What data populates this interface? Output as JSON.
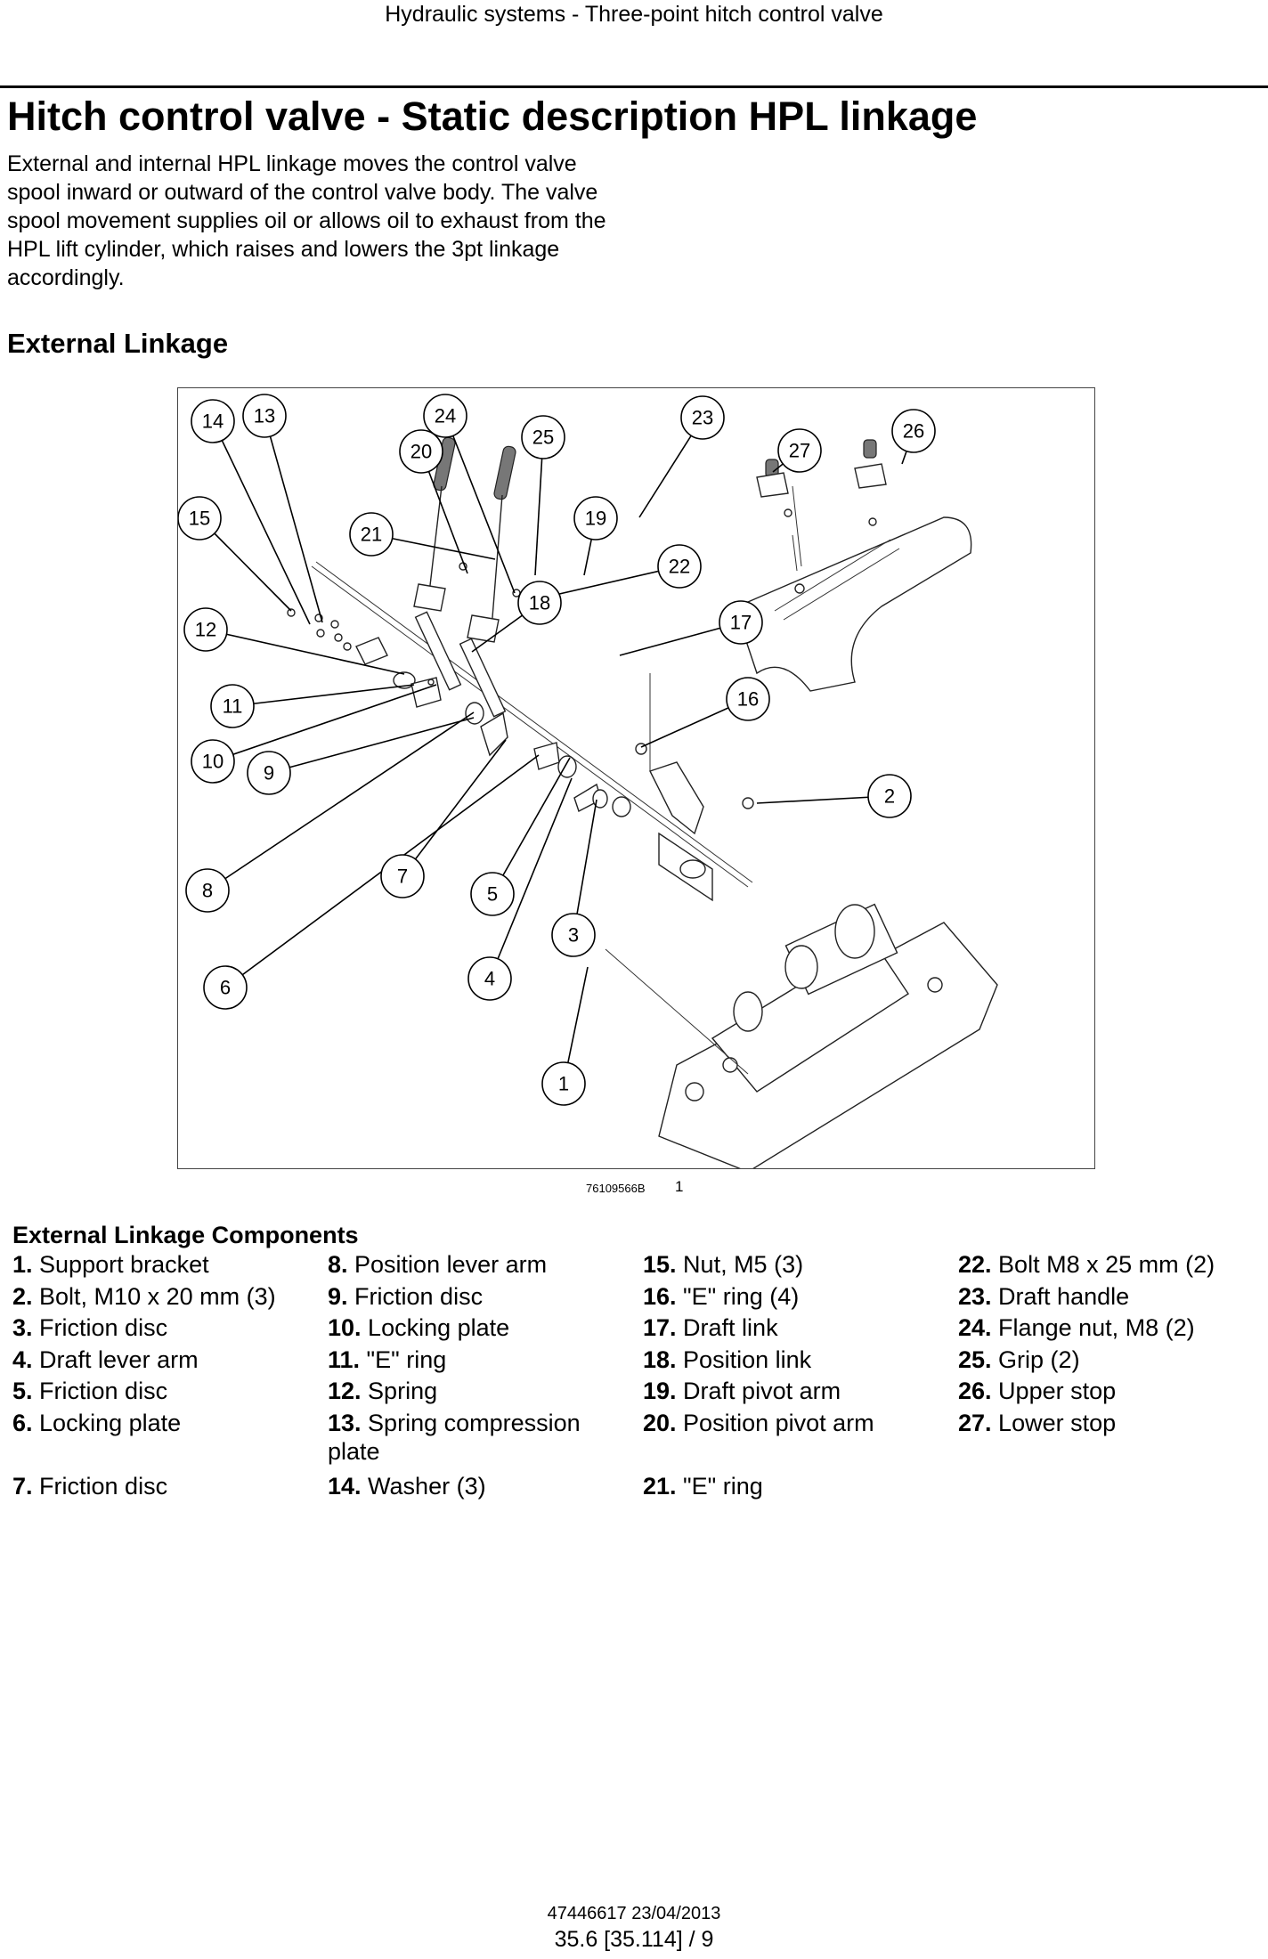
{
  "header": {
    "running_title": "Hydraulic systems - Three-point hitch control valve"
  },
  "title": "Hitch control valve - Static description HPL linkage",
  "intro": "External and internal HPL linkage moves the control valve spool inward or outward of the control valve body.  The valve spool movement supplies oil or allows oil to exhaust from the HPL lift cylinder, which raises and lowers the 3pt linkage accordingly.",
  "section_heading": "External Linkage",
  "figure": {
    "code": "76109566B",
    "number": "1",
    "callouts": [
      "1",
      "2",
      "3",
      "4",
      "5",
      "6",
      "7",
      "8",
      "9",
      "10",
      "11",
      "12",
      "13",
      "14",
      "15",
      "16",
      "17",
      "18",
      "19",
      "20",
      "21",
      "22",
      "23",
      "24",
      "25",
      "26",
      "27"
    ]
  },
  "components_heading": "External Linkage Components",
  "components": [
    {
      "num": "1.",
      "name": "Support bracket"
    },
    {
      "num": "2.",
      "name": "Bolt, M10 x 20 mm (3)"
    },
    {
      "num": "3.",
      "name": "Friction disc"
    },
    {
      "num": "4.",
      "name": "Draft lever arm"
    },
    {
      "num": "5.",
      "name": "Friction disc"
    },
    {
      "num": "6.",
      "name": "Locking plate"
    },
    {
      "num": "7.",
      "name": "Friction disc"
    },
    {
      "num": "8.",
      "name": "Position lever arm"
    },
    {
      "num": "9.",
      "name": "Friction disc"
    },
    {
      "num": "10.",
      "name": "Locking plate"
    },
    {
      "num": "11.",
      "name": "\"E\" ring"
    },
    {
      "num": "12.",
      "name": "Spring"
    },
    {
      "num": "13.",
      "name": "Spring compression plate"
    },
    {
      "num": "14.",
      "name": "Washer (3)"
    },
    {
      "num": "15.",
      "name": "Nut, M5 (3)"
    },
    {
      "num": "16.",
      "name": "\"E\" ring (4)"
    },
    {
      "num": "17.",
      "name": "Draft link"
    },
    {
      "num": "18.",
      "name": "Position link"
    },
    {
      "num": "19.",
      "name": "Draft pivot arm"
    },
    {
      "num": "20.",
      "name": "Position pivot arm"
    },
    {
      "num": "21.",
      "name": "\"E\" ring"
    },
    {
      "num": "22.",
      "name": "Bolt M8 x 25 mm (2)"
    },
    {
      "num": "23.",
      "name": "Draft handle"
    },
    {
      "num": "24.",
      "name": "Flange nut, M8 (2)"
    },
    {
      "num": "25.",
      "name": "Grip (2)"
    },
    {
      "num": "26.",
      "name": "Upper stop"
    },
    {
      "num": "27.",
      "name": "Lower stop"
    }
  ],
  "footer": {
    "doc_id": "47446617 23/04/2013",
    "page": "35.6 [35.114] / 9"
  }
}
